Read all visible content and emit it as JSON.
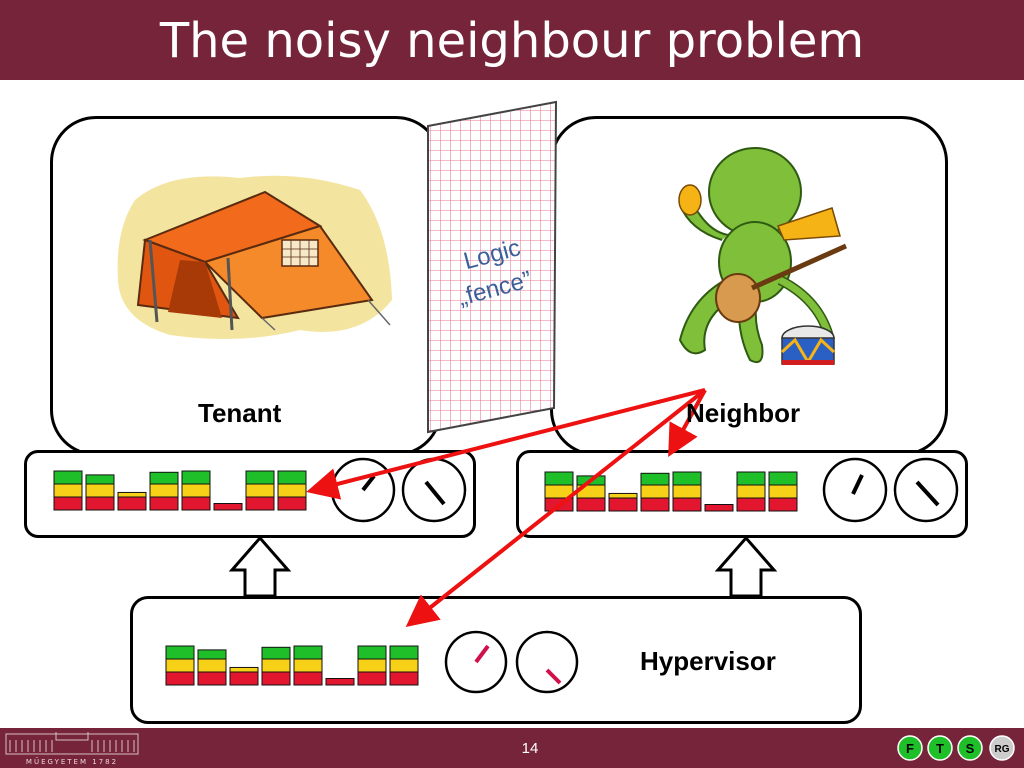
{
  "slide": {
    "title": "The noisy neighbour problem",
    "page_number": "14"
  },
  "tenant": {
    "label": "Tenant"
  },
  "neighbor": {
    "label": "Neighbor"
  },
  "fence": {
    "label_line1": "Logic",
    "label_line2": "„fence”"
  },
  "hypervisor": {
    "label": "Hypervisor"
  },
  "colors": {
    "brand": "#76243a",
    "bar_red": "#e2162f",
    "bar_yellow": "#f7d117",
    "bar_green": "#1fbf2a",
    "arrow_red": "#ee1111",
    "gauge_needle": "#000000",
    "hypervisor_needle": "#d0104a"
  },
  "footer": {
    "university_logo_text": "MŰEGYETEM 1782",
    "group_logo_letters": [
      "F",
      "T",
      "S",
      "RG"
    ]
  },
  "meters": {
    "tenant_levels": [
      3,
      2.7,
      1.35,
      2.9,
      3,
      0.5,
      3,
      3
    ],
    "neighbor_levels": [
      3,
      2.7,
      1.35,
      2.9,
      3,
      0.5,
      3,
      3
    ],
    "hypervisor_levels": [
      3,
      2.7,
      1.35,
      2.9,
      3,
      0.5,
      3,
      3
    ],
    "max_level": 3,
    "gauge_icons": [
      "cpu-gauge-icon",
      "io-gauge-icon"
    ]
  }
}
